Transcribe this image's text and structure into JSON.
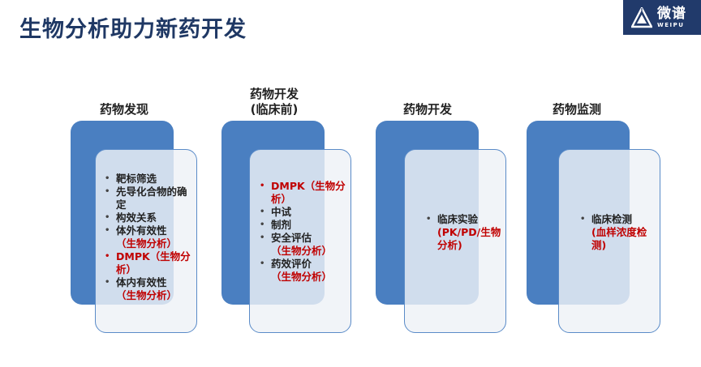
{
  "header": {
    "title": "生物分析助力新药开发",
    "logo_cn": "微谱",
    "logo_en": "WEIPU"
  },
  "stages": [
    {
      "title_lines": [
        "药物发现"
      ],
      "items": [
        {
          "text": "靶标筛选",
          "highlight": false
        },
        {
          "text": "先导化合物的确定",
          "highlight": false
        },
        {
          "text": "构效关系",
          "highlight": false
        },
        {
          "text": "体外有效性",
          "sub": "（生物分析）",
          "highlight": false
        },
        {
          "text": "DMPK（生物分析）",
          "highlight": true
        },
        {
          "text": "体内有效性",
          "sub": "（生物分析）",
          "highlight": false
        }
      ]
    },
    {
      "title_lines": [
        "药物开发",
        "(临床前)"
      ],
      "items": [
        {
          "text": "DMPK（生物分析）",
          "highlight": true
        },
        {
          "text": "中试",
          "highlight": false
        },
        {
          "text": "制剂",
          "highlight": false
        },
        {
          "text": "安全评估",
          "sub": "（生物分析）",
          "highlight": false
        },
        {
          "text": "药效评价",
          "sub": "（生物分析）",
          "highlight": false
        }
      ]
    },
    {
      "title_lines": [
        "药物开发"
      ],
      "items": [
        {
          "text": "临床实验",
          "sub": "(PK/PD/生物分析)",
          "highlight": false
        }
      ]
    },
    {
      "title_lines": [
        "药物监测"
      ],
      "items": [
        {
          "text": "临床检测",
          "sub": "(血样浓度检测)",
          "highlight": false
        }
      ]
    }
  ]
}
